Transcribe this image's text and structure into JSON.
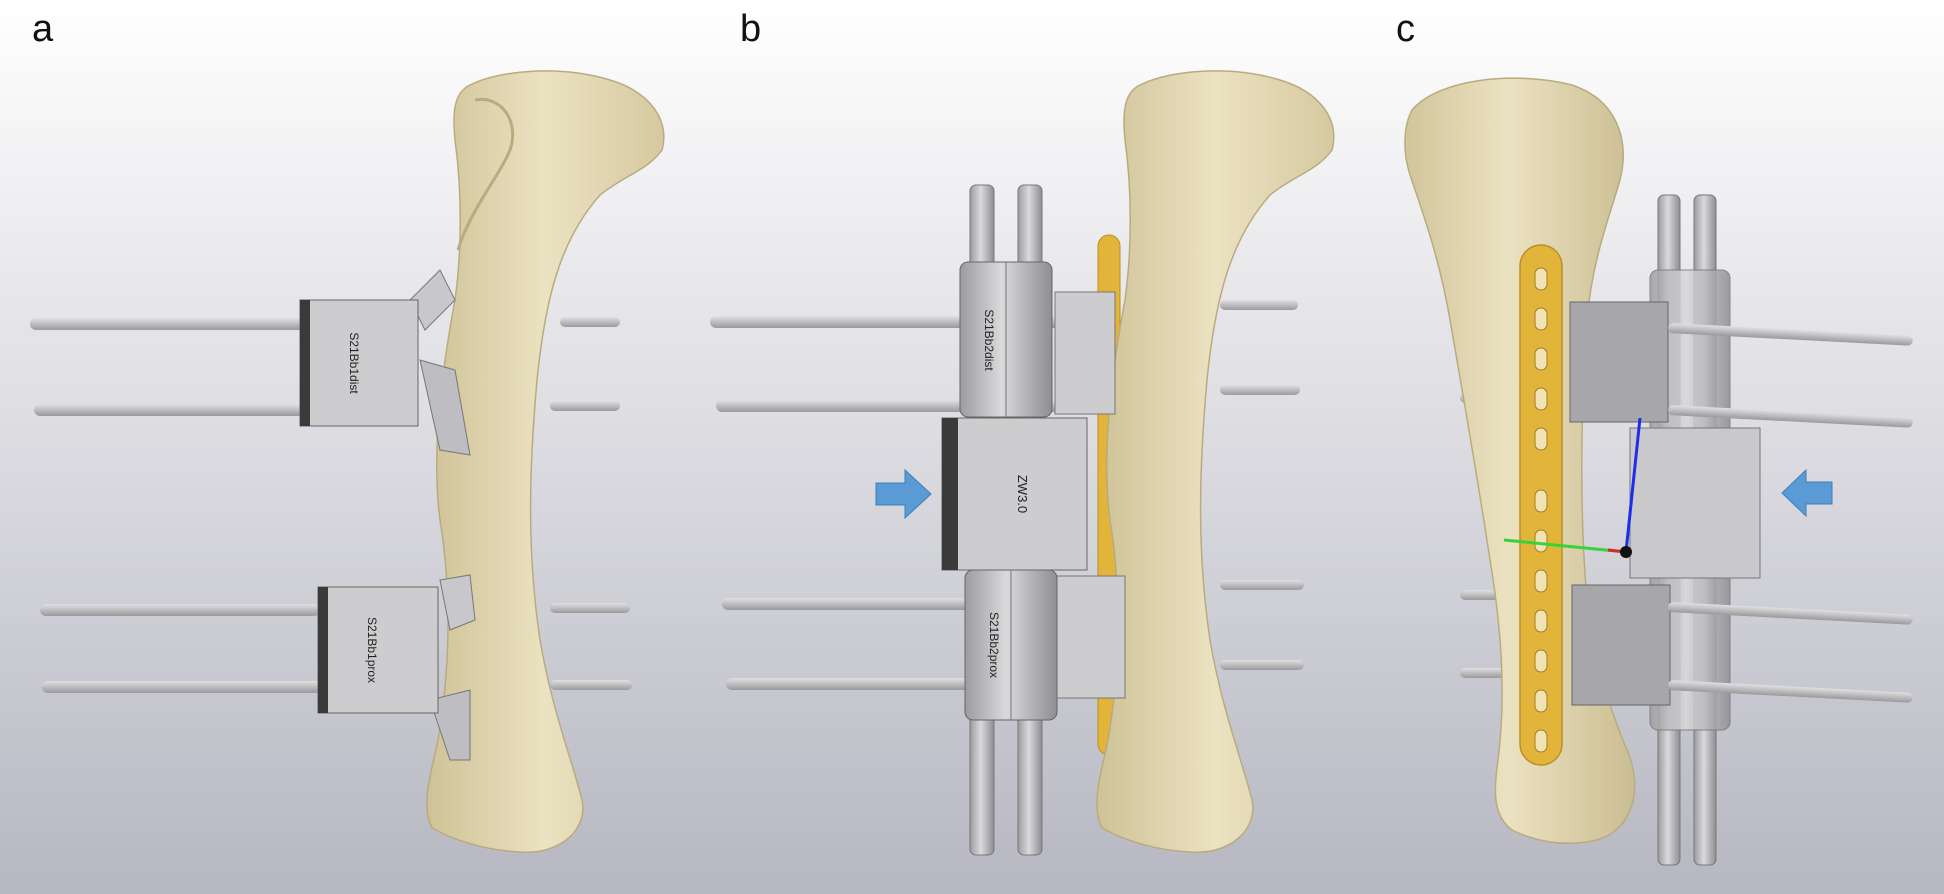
{
  "panels": [
    {
      "label": "a",
      "block_top": "S21Bb1dist",
      "block_bottom": "S21Bb1prox"
    },
    {
      "label": "b",
      "block_top": "S21Bb2dist",
      "block_middle": "ZW3.0",
      "block_bottom": "S21Bb2prox"
    },
    {
      "label": "c"
    }
  ],
  "colors": {
    "background_top": "#ffffff",
    "background_bottom": "#b7b7c2",
    "bone": "#e6dcb7",
    "bone_shade": "#c9bc92",
    "implant_gray": "#c9c9cb",
    "implant_dark": "#3a3a3a",
    "plate_gold": "#e2b53a",
    "arrow_blue": "#5b9bd5",
    "axis_blue": "#1f2de8",
    "axis_green": "#3ad23a",
    "axis_red": "#d62828"
  },
  "icons": [
    "right-arrow-icon",
    "left-arrow-icon"
  ]
}
